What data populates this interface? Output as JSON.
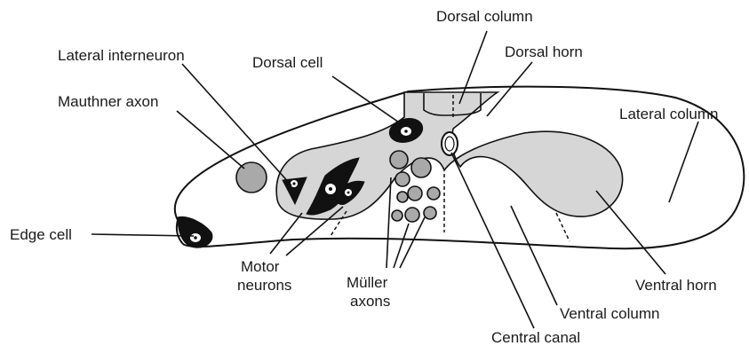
{
  "labels": {
    "dorsal_column": "Dorsal column",
    "dorsal_horn": "Dorsal horn",
    "lateral_interneuron": "Lateral interneuron",
    "dorsal_cell": "Dorsal cell",
    "mauthner_axon": "Mauthner axon",
    "lateral_column": "Lateral column",
    "edge_cell": "Edge cell",
    "motor_neurons_line1": "Motor",
    "motor_neurons_line2": "neurons",
    "muller_axons_line1": "Müller",
    "muller_axons_line2": "axons",
    "ventral_horn": "Ventral horn",
    "ventral_column": "Ventral column",
    "central_canal": "Central canal"
  }
}
